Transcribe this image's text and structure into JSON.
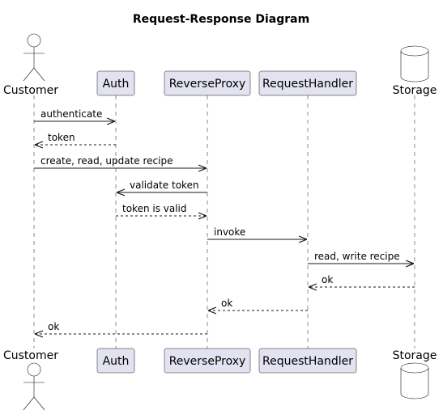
{
  "diagram": {
    "title": "Request-Response Diagram",
    "participants": [
      {
        "id": "customer",
        "label": "Customer",
        "kind": "actor"
      },
      {
        "id": "auth",
        "label": "Auth",
        "kind": "participant"
      },
      {
        "id": "reverseproxy",
        "label": "ReverseProxy",
        "kind": "participant"
      },
      {
        "id": "requesthandler",
        "label": "RequestHandler",
        "kind": "participant"
      },
      {
        "id": "storage",
        "label": "Storage",
        "kind": "database"
      }
    ],
    "messages": [
      {
        "from": "customer",
        "to": "auth",
        "label": "authenticate",
        "style": "solid"
      },
      {
        "from": "auth",
        "to": "customer",
        "label": "token",
        "style": "dashed"
      },
      {
        "from": "customer",
        "to": "reverseproxy",
        "label": "create, read, update recipe",
        "style": "solid"
      },
      {
        "from": "reverseproxy",
        "to": "auth",
        "label": "validate token",
        "style": "solid"
      },
      {
        "from": "auth",
        "to": "reverseproxy",
        "label": "token is valid",
        "style": "dashed"
      },
      {
        "from": "reverseproxy",
        "to": "requesthandler",
        "label": "invoke",
        "style": "solid"
      },
      {
        "from": "requesthandler",
        "to": "storage",
        "label": "read, write recipe",
        "style": "solid"
      },
      {
        "from": "storage",
        "to": "requesthandler",
        "label": "ok",
        "style": "dashed"
      },
      {
        "from": "requesthandler",
        "to": "reverseproxy",
        "label": "ok",
        "style": "dashed"
      },
      {
        "from": "reverseproxy",
        "to": "customer",
        "label": "ok",
        "style": "dashed"
      }
    ],
    "colors": {
      "participant_fill": "#E2E2F0",
      "line": "#181818",
      "text": "#000000",
      "background": "#FFFFFF"
    }
  }
}
